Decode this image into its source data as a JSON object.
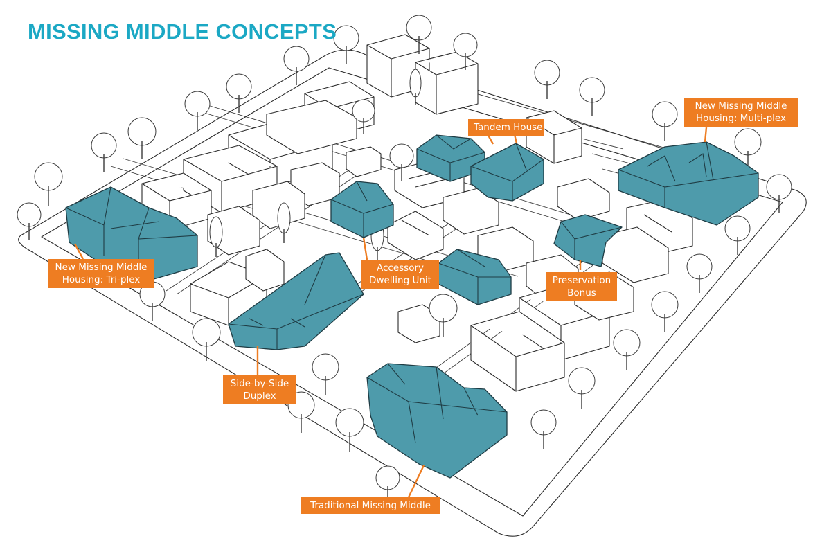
{
  "title": "MISSING MIDDLE CONCEPTS",
  "colors": {
    "title": "#1BA8C4",
    "highlight_building": "#4E9BAB",
    "label_background": "#EE7D22",
    "label_text": "#FFFFFF",
    "linework": "#2B2B2B"
  },
  "labels": {
    "multiplex": {
      "line1": "New Missing Middle",
      "line2": "Housing: Multi-plex"
    },
    "tandem": {
      "line1": "Tandem House"
    },
    "triplex": {
      "line1": "New Missing Middle",
      "line2": "Housing: Tri-plex"
    },
    "adu": {
      "line1": "Accessory",
      "line2": "Dwelling Unit"
    },
    "preservation": {
      "line1": "Preservation",
      "line2": "Bonus"
    },
    "duplex": {
      "line1": "Side-by-Side",
      "line2": "Duplex"
    },
    "traditional": {
      "line1": "Traditional Missing Middle"
    }
  }
}
